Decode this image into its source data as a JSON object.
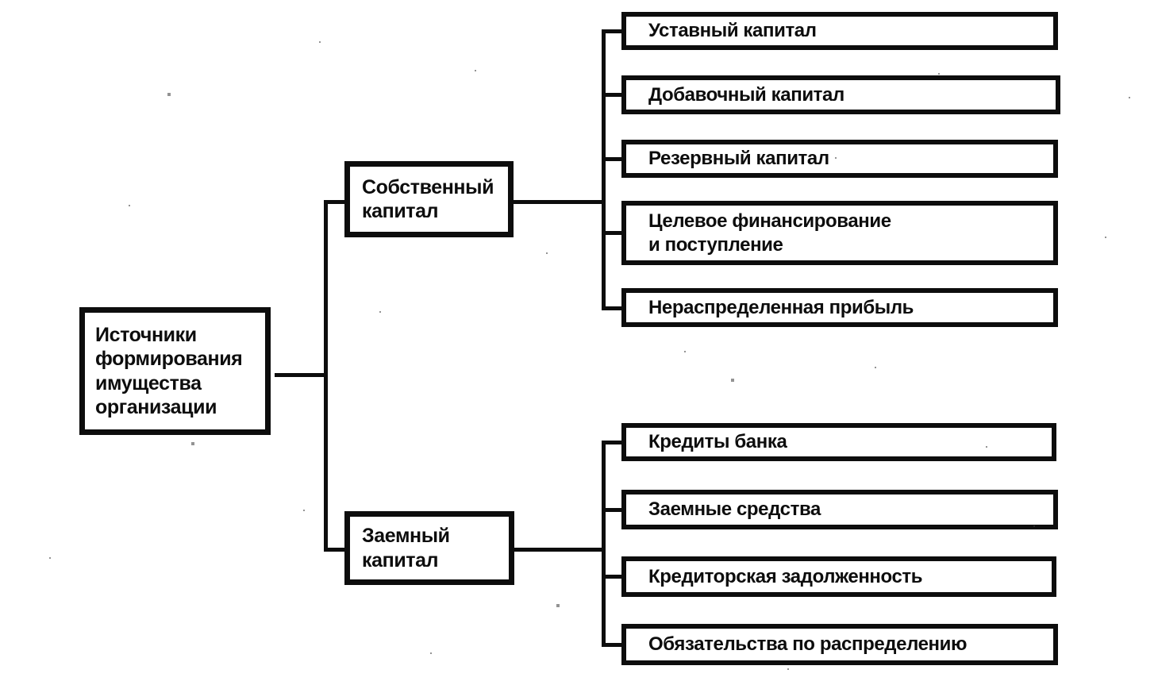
{
  "diagram": {
    "root_label": "Источники\nформирования\nимущества\nорганизации",
    "branches": [
      {
        "label": "Собственный\nкапитал",
        "children": [
          "Уставный капитал",
          "Добавочный капитал",
          "Резервный капитал",
          "Целевое финансирование\nи поступление",
          "Нераспределенная прибыль"
        ]
      },
      {
        "label": "Заемный\nкапитал",
        "children": [
          "Кредиты банка",
          "Заемные средства",
          "Кредиторская задолженность",
          "Обязательства по распределению"
        ]
      }
    ],
    "colors": {
      "ink": "#0d0d0d",
      "paper": "#ffffff",
      "shadow_fill": "#8d8d8d"
    }
  }
}
